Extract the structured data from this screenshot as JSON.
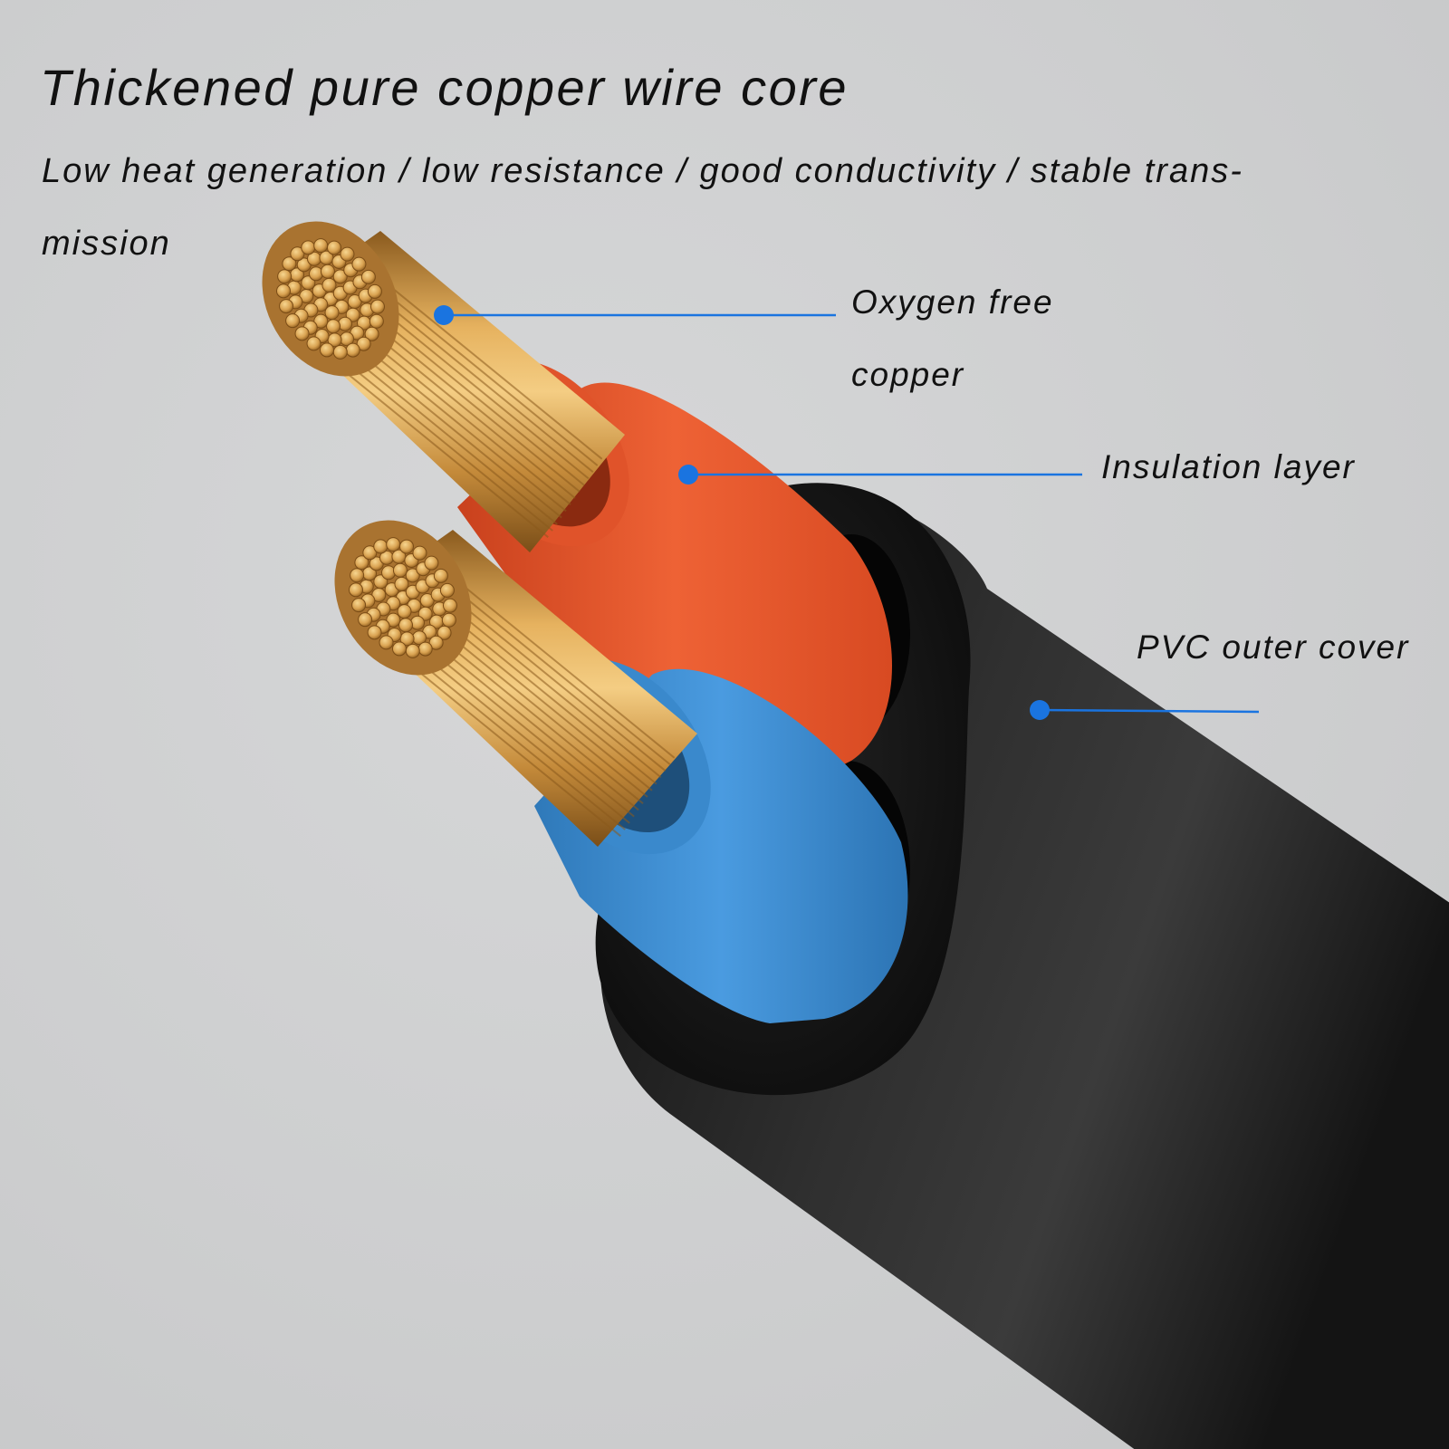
{
  "heading": {
    "title": "Thickened pure copper wire core",
    "subtitle_line1": "Low heat generation / low resistance / good conductivity / stable trans-",
    "subtitle_line2": "mission"
  },
  "callouts": {
    "copper_line1": "Oxygen free",
    "copper_line2": "copper",
    "insulation": "Insulation layer",
    "pvc": "PVC outer cover"
  },
  "colors": {
    "background": "#cfd0d1",
    "copper": "#c9913f",
    "insulation_red": "#e4562d",
    "insulation_blue": "#3d8fd1",
    "outer_jacket": "#1e1e1e",
    "callout_line": "#1a74e0"
  }
}
